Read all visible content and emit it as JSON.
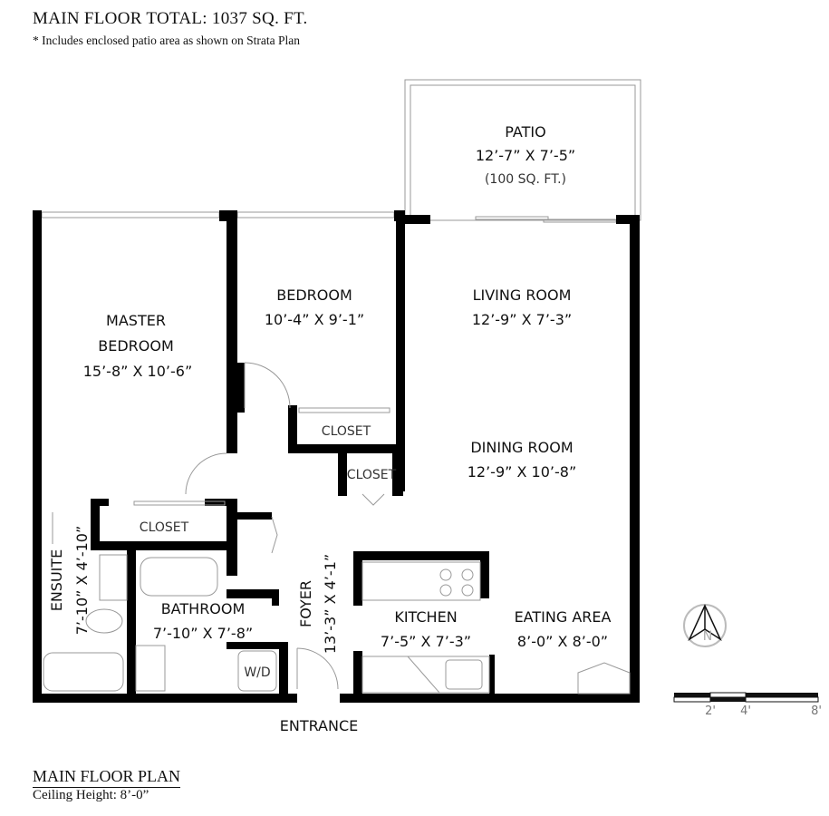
{
  "header": {
    "title": "MAIN FLOOR TOTAL: 1037 SQ. FT.",
    "note": "* Includes enclosed patio area as shown on Strata Plan"
  },
  "rooms": {
    "patio": {
      "name": "PATIO",
      "dims": "12’-7” X 7’-5”",
      "area": "(100 SQ. FT.)"
    },
    "master": {
      "name1": "MASTER",
      "name2": "BEDROOM",
      "dims": "15’-8” X 10’-6”"
    },
    "bedroom": {
      "name": "BEDROOM",
      "dims": "10’-4” X 9’-1”"
    },
    "living": {
      "name": "LIVING ROOM",
      "dims": "12’-9” X 7’-3”"
    },
    "dining": {
      "name": "DINING ROOM",
      "dims": "12’-9” X 10’-8”"
    },
    "closet1": "CLOSET",
    "closet2": "CLOSET",
    "closet3": "CLOSET",
    "ensuite": {
      "name": "ENSUITE",
      "dims": "7’-10” X 4’-10”"
    },
    "bathroom": {
      "name": "BATHROOM",
      "dims": "7’-10” X 7’-8”"
    },
    "wd": "W/D",
    "foyer": {
      "name": "FOYER",
      "dims": "13’-3” X 4’-1”"
    },
    "kitchen": {
      "name": "KITCHEN",
      "dims": "7’-5” X 7’-3”"
    },
    "eating": {
      "name": "EATING AREA",
      "dims": "8’-0” X 8’-0”"
    },
    "entrance": "ENTRANCE"
  },
  "compass": {
    "label": "N"
  },
  "scale": {
    "ticks": [
      "2'",
      "4'",
      "8'"
    ]
  },
  "footer": {
    "plan_title": "MAIN FLOOR PLAN",
    "ceiling": "Ceiling Height: 8’-0”"
  }
}
